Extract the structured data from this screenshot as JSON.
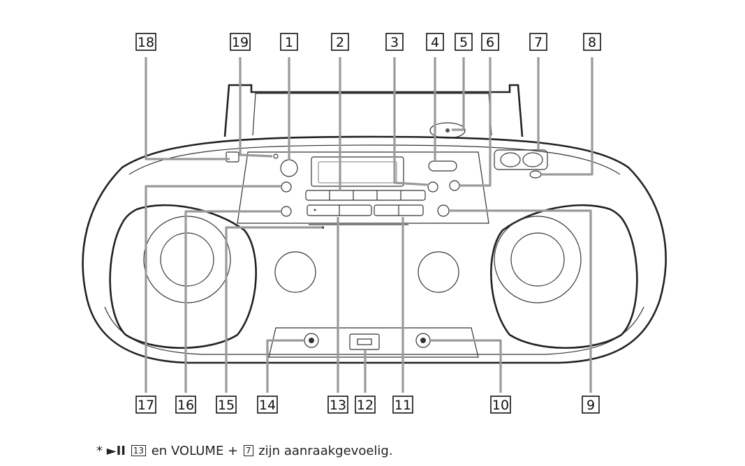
{
  "callouts": [
    {
      "id": "18",
      "label": "18"
    },
    {
      "id": "19",
      "label": "19"
    },
    {
      "id": "1",
      "label": "1"
    },
    {
      "id": "2",
      "label": "2"
    },
    {
      "id": "3",
      "label": "3"
    },
    {
      "id": "4",
      "label": "4"
    },
    {
      "id": "5",
      "label": "5"
    },
    {
      "id": "6",
      "label": "6"
    },
    {
      "id": "7",
      "label": "7"
    },
    {
      "id": "8",
      "label": "8"
    },
    {
      "id": "17",
      "label": "17"
    },
    {
      "id": "16",
      "label": "16"
    },
    {
      "id": "15",
      "label": "15"
    },
    {
      "id": "14",
      "label": "14"
    },
    {
      "id": "13",
      "label": "13"
    },
    {
      "id": "12",
      "label": "12"
    },
    {
      "id": "11",
      "label": "11"
    },
    {
      "id": "10",
      "label": "10"
    },
    {
      "id": "9",
      "label": "9"
    }
  ],
  "footnote": {
    "star": "*",
    "play_symbol": "►II",
    "badge_a": "13",
    "middle": "en VOLUME +",
    "badge_b": "7",
    "end": "zijn aanraakgevoelig."
  }
}
